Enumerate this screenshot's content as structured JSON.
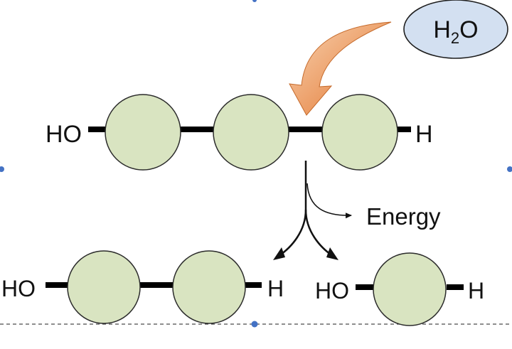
{
  "water": {
    "symbol": "H",
    "subscript": "2",
    "tail": "O",
    "fill": "#d3e0f1",
    "stroke": "#1e1e1e"
  },
  "top_chain": {
    "left_end": "HO",
    "right_end": "H"
  },
  "energy_label": "Energy",
  "bottom_left_chain": {
    "left_end": "HO",
    "right_end": "H"
  },
  "bottom_right_chain": {
    "left_end": "HO",
    "right_end": "H"
  },
  "colors": {
    "monomer_fill": "#d9e4c1",
    "monomer_stroke": "#2b2b2b",
    "bond": "#000000",
    "arrow_orange_light": "#f6c8a0",
    "arrow_orange_dark": "#e57b35",
    "selection_handle": "#4472c4"
  }
}
